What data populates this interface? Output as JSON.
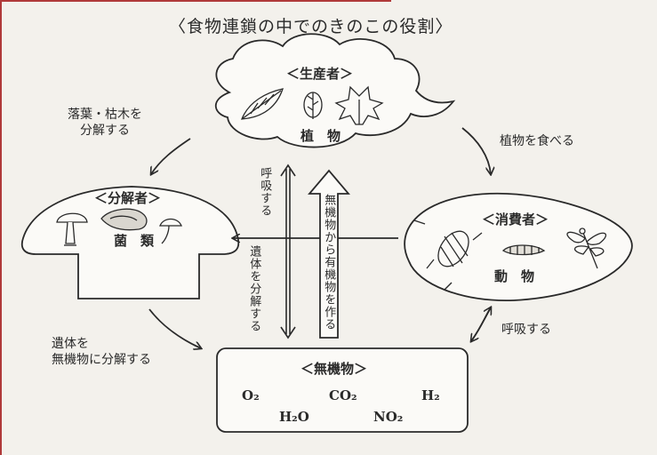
{
  "title": "〈食物連鎖の中でのきのこの役割〉",
  "producer": {
    "header": "＜生産者＞",
    "label": "植　物"
  },
  "decomposer": {
    "header": "＜分解者＞",
    "label": "菌　類"
  },
  "consumer": {
    "header": "＜消費者＞",
    "label": "動　物"
  },
  "inorganic": {
    "header": "＜無機物＞",
    "formulas": [
      "O₂",
      "CO₂",
      "H₂",
      "H₂O",
      "NO₂"
    ]
  },
  "edges": {
    "producer_to_decomposer": "落葉・枯木を\n分解する",
    "producer_to_consumer": "植物を食べる",
    "consumer_to_inorganic": "呼吸する",
    "decomposer_to_inorganic": "遺体を\n無機物に分解する",
    "respiration_vertical": "呼吸する",
    "remains_vertical": "遺体を分解する",
    "inorganic_to_organic": "無機物から有機物を作る"
  },
  "colors": {
    "ink": "#2a2a2a",
    "paper": "#f3f1ec",
    "frame": "#b03a3a"
  }
}
